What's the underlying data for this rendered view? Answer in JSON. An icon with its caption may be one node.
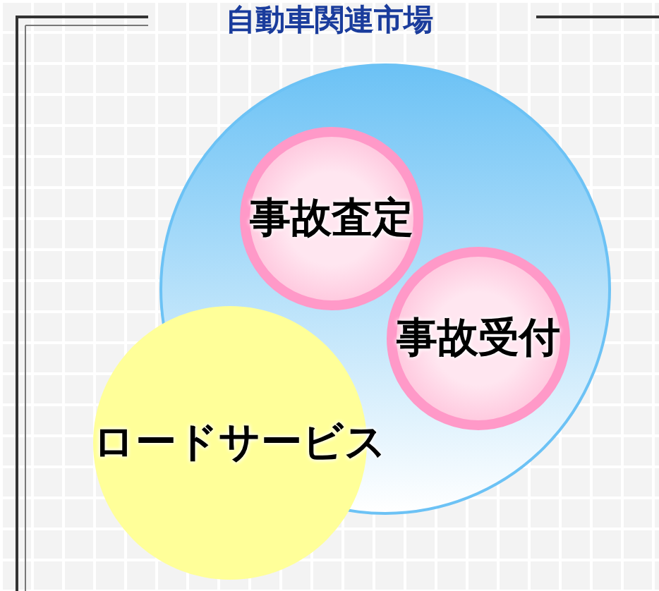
{
  "diagram": {
    "title": "自動車関連市場",
    "nodes": [
      {
        "text": [],
        "shape": "circle"
      },
      {
        "text": [
          "事故査定"
        ],
        "in": 0
      },
      {
        "text": [
          "事故受付"
        ],
        "in": 0
      },
      {
        "text": [
          "ロードサービス"
        ]
      }
    ],
    "edges": []
  }
}
